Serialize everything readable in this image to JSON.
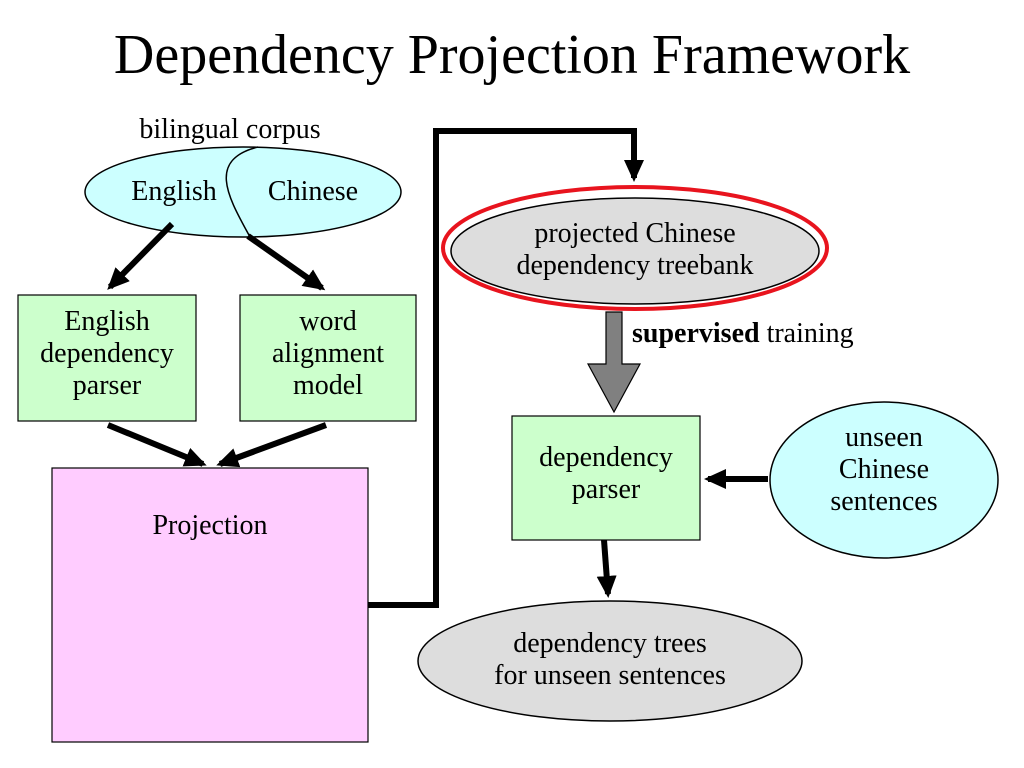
{
  "slide": {
    "title": "Dependency Projection Framework"
  },
  "nodes": {
    "bilingual_corpus": {
      "caption": "bilingual corpus",
      "english": "English",
      "chinese": "Chinese"
    },
    "english_parser": {
      "lines": [
        "English",
        "dependency",
        "parser"
      ]
    },
    "word_alignment": {
      "lines": [
        "word",
        "alignment",
        "model"
      ]
    },
    "projection": {
      "label": "Projection"
    },
    "treebank": {
      "lines": [
        "projected Chinese",
        "dependency treebank"
      ]
    },
    "training": {
      "bold": "supervised",
      "rest": " training"
    },
    "dependency_parser": {
      "lines": [
        "dependency",
        "parser"
      ]
    },
    "unseen_sentences": {
      "lines": [
        "unseen",
        "Chinese",
        "sentences"
      ]
    },
    "dependency_trees": {
      "lines": [
        "dependency trees",
        "for unseen sentences"
      ]
    }
  },
  "colors": {
    "ellipse_light_blue": "#ccffff",
    "box_light_green": "#ccffcc",
    "box_pink": "#ffccff",
    "ellipse_gray": "#dddddd",
    "highlight_red": "#e8141e",
    "arrow_gray": "#808080",
    "stroke": "#000000"
  }
}
